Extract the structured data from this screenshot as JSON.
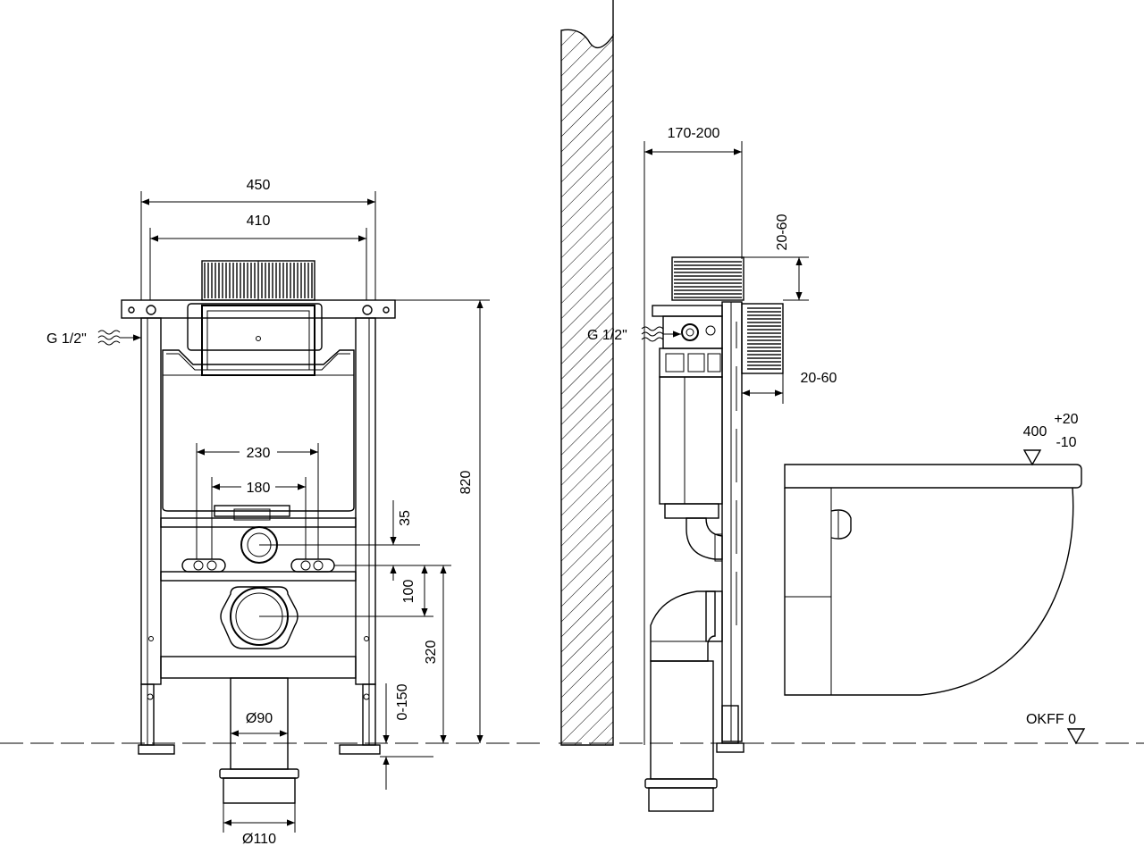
{
  "dimensions": {
    "width_450": "450",
    "width_410": "410",
    "spacing_230": "230",
    "spacing_180": "180",
    "offset_35": "35",
    "offset_100": "100",
    "height_320": "320",
    "height_820": "820",
    "range_0_150": "0-150",
    "diameter_90": "Ø90",
    "diameter_110": "Ø110",
    "depth_170_200": "170-200",
    "range_20_60_top": "20-60",
    "range_20_60_side": "20-60",
    "bowl_height": "400",
    "tol_plus": "+20",
    "tol_minus": "-10"
  },
  "labels": {
    "water_inlet_front": "G 1/2\"",
    "water_inlet_side": "G 1/2\"",
    "floor_level": "OKFF 0"
  },
  "colors": {
    "line": "#000000",
    "background": "#ffffff"
  }
}
